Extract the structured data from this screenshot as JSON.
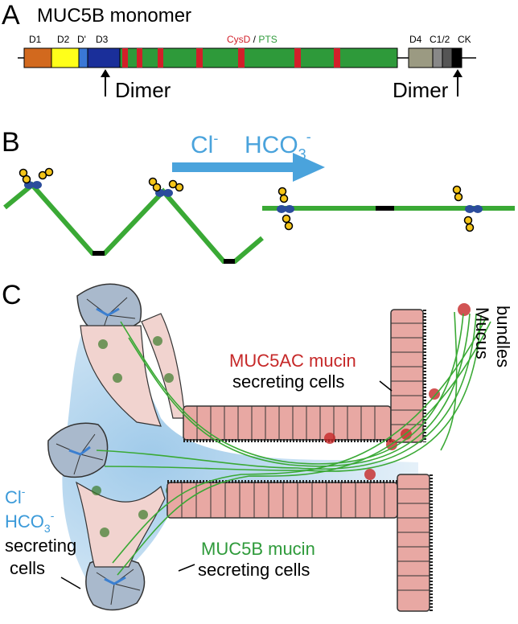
{
  "panel_a": {
    "letter": "A",
    "title": "MUC5B monomer",
    "domain_labels": {
      "d1": "D1",
      "d2": "D2",
      "dprime": "D'",
      "d3": "D3",
      "cysd": "CysD",
      "slash": " / ",
      "pts": "PTS",
      "d4": "D4",
      "c12": "C1/2",
      "ck": "CK"
    },
    "dimer_left": "Dimer",
    "dimer_right": "Dimer",
    "colors": {
      "d1": "#d2691e",
      "d2": "#ffff1a",
      "dprime": "#3a78d6",
      "d3": "#1a2f9a",
      "pts": "#2e9a3a",
      "cysd": "#d21f2a",
      "d4": "#9b9a82",
      "c1": "#888888",
      "c2": "#555555",
      "ck": "#000000"
    }
  },
  "panel_b": {
    "letter": "B",
    "ion1": "Cl",
    "ion1_charge": "-",
    "ion2": "HCO",
    "ion2_sub": "3",
    "ion2_charge": "-",
    "colors": {
      "arrow": "#4aa3dc",
      "strand": "#3aa935",
      "knot": "#2b4c9c",
      "ring": "#f5c518"
    }
  },
  "panel_c": {
    "letter": "C",
    "muc5ac_label": "MUC5AC mucin",
    "muc5ac_sub": "secreting cells",
    "mucus_label_1": "Mucus",
    "mucus_label_2": "bundles",
    "ion_cl": "Cl",
    "ion_cl_charge": "-",
    "ion_hco": "HCO",
    "ion_hco_sub": "3",
    "ion_hco_charge": "-",
    "ion_sub1": "secreting",
    "ion_sub2": "cells",
    "muc5b_label": "MUC5B mucin",
    "muc5b_sub": "secreting cells",
    "colors": {
      "muc5ac": "#c62828",
      "muc5b": "#2e9a3a",
      "ion": "#3b9ad9",
      "cell_pink": "#e8a8a3",
      "cell_blue": "#a9b9cc",
      "lumen": "#bcd8ec"
    }
  }
}
